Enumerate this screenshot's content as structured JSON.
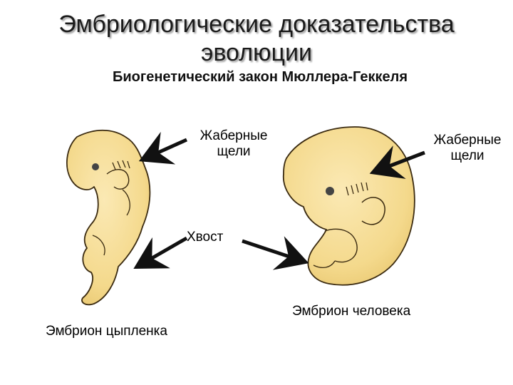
{
  "title": {
    "line1": "Эмбриологические  доказательства",
    "line2": "эволюции"
  },
  "subtitle": "Биогенетический закон Мюллера-Геккеля",
  "labels": {
    "gills_left": [
      "Жаберные",
      "щели"
    ],
    "gills_right": [
      "Жаберные",
      "щели"
    ],
    "tail": "Хвост",
    "chick_embryo": "Эмбрион цыпленка",
    "human_embryo": "Эмбрион человека"
  },
  "colors": {
    "embryo_fill": "#f4d98c",
    "embryo_outline": "#3a2a10",
    "arrow": "#111111"
  }
}
